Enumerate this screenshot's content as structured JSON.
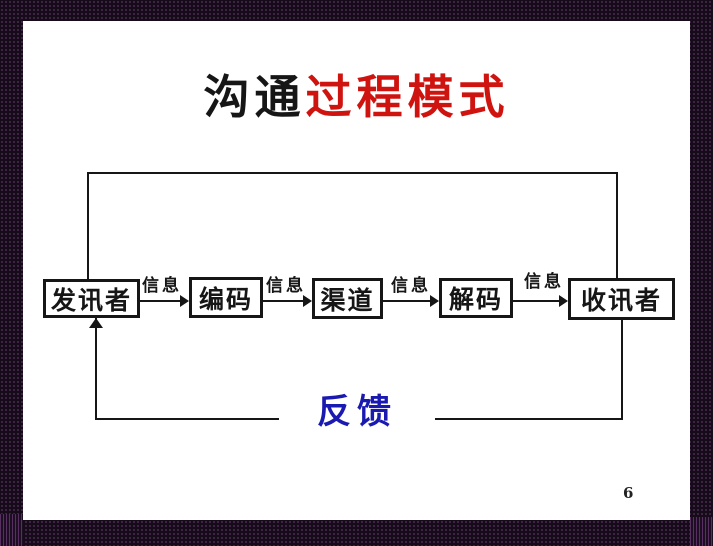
{
  "slide": {
    "title": {
      "part1": "沟通",
      "part2": "过程模式"
    },
    "diagram": {
      "boxes": [
        {
          "label": "发讯者"
        },
        {
          "label": "编码"
        },
        {
          "label": "渠道"
        },
        {
          "label": "解码"
        },
        {
          "label": "收讯者"
        }
      ],
      "arrow_labels": [
        "信息",
        "信息",
        "信息",
        "信息"
      ],
      "feedback_label": "反馈"
    },
    "page_number": "6"
  },
  "colors": {
    "title_accent_red": "#cf1410",
    "feedback_blue": "#1a1ab0",
    "line_black": "#161616",
    "slide_background": "#ffffff",
    "outer_background": "#150b19"
  }
}
